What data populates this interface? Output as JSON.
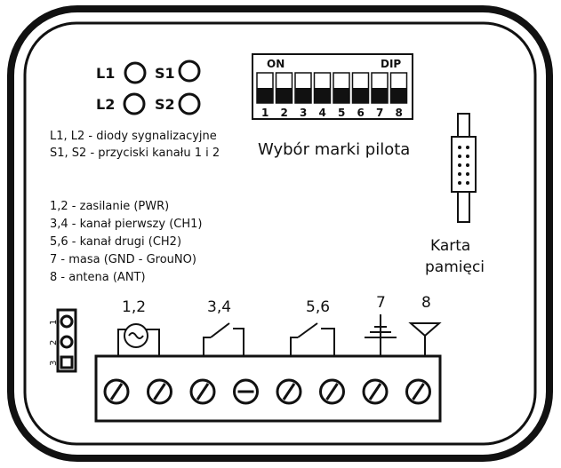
{
  "leds": {
    "l1": "L1",
    "l2": "L2",
    "s1": "S1",
    "s2": "S2"
  },
  "dip": {
    "on_label": "ON",
    "dip_label": "DIP",
    "numbers": [
      "1",
      "2",
      "3",
      "4",
      "5",
      "6",
      "7",
      "8"
    ],
    "caption": "Wybór marki pilota"
  },
  "legend_top": [
    "L1, L2 - diody sygnalizacyjne",
    "S1, S2 - przyciski kanału 1 i 2"
  ],
  "legend_terminals": [
    "1,2 - zasilanie (PWR)",
    "3,4 - kanał pierwszy (CH1)",
    "5,6 - kanał drugi (CH2)",
    "7 - masa (GND - GrouNO)",
    "8 - antena (ANT)"
  ],
  "memory_card": {
    "line1": "Karta",
    "line2": "pamięci"
  },
  "terminal_groups": {
    "power": "1,2",
    "ch1": "3,4",
    "ch2": "5,6",
    "gnd": "7",
    "ant": "8"
  },
  "jumper_numbers": [
    "1",
    "2",
    "3"
  ]
}
